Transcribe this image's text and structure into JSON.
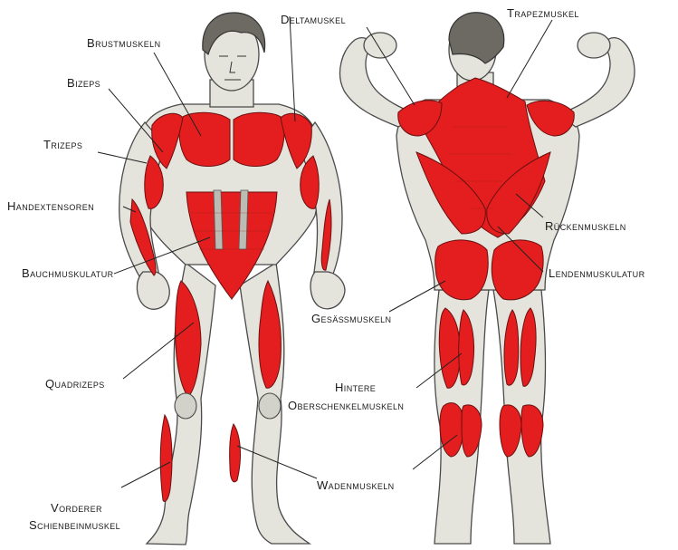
{
  "colors": {
    "muscle": "#e41e1e",
    "skin": "#e4e3dc",
    "outline": "#4a4a4a",
    "hair": "#6d6a63",
    "text": "#1a1a1a"
  },
  "front_labels": {
    "brustmuskeln": "Brustmuskeln",
    "bizeps": "Bizeps",
    "trizeps": "Trizeps",
    "handextensoren": "Handextensoren",
    "bauchmuskulatur": "Bauchmuskulatur",
    "quadrizeps": "Quadrizeps",
    "vorderer_1": "Vorderer",
    "vorderer_2": "Schienbeinmuskel"
  },
  "back_labels": {
    "deltamuskel": "Deltamuskel",
    "trapezmuskel": "Trapezmuskel",
    "rueckenmuskeln": "Rückenmuskeln",
    "lendenmuskulatur": "Lendenmuskulatur",
    "gesaessmuskeln": "Gesäßmuskeln",
    "hintere_1": "Hintere",
    "hintere_2": "Oberschenkelmuskeln",
    "wadenmuskeln": "Wadenmuskeln"
  },
  "icons": {
    "front_figure": "front-body-figure",
    "back_figure": "back-body-figure"
  }
}
